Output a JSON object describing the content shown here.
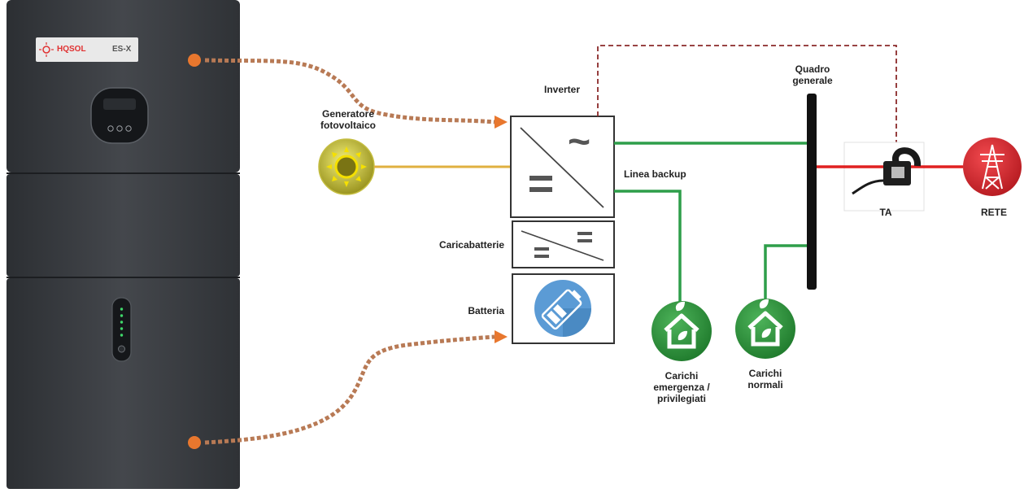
{
  "device": {
    "brand": "HQSOL",
    "model": "ES-X"
  },
  "labels": {
    "pv_generator_line1": "Generatore",
    "pv_generator_line2": "fotovoltaico",
    "inverter": "Inverter",
    "backup_line": "Linea backup",
    "charger": "Caricabatterie",
    "battery": "Batteria",
    "main_panel_line1": "Quadro",
    "main_panel_line2": "generale",
    "ct": "TA",
    "grid": "RETE",
    "emergency_loads_line1": "Carichi",
    "emergency_loads_line2": "emergenza /",
    "emergency_loads_line3": "privilegiati",
    "normal_loads_line1": "Carichi",
    "normal_loads_line2": "normali"
  },
  "symbols": {
    "ac": "~",
    "dc": "="
  },
  "colors": {
    "orange_dots": "#e8772e",
    "dashed_link": "#b07050",
    "pv_line": "#e0b040",
    "ac_line": "#2e9e4a",
    "grid_line": "#e02020",
    "signal_dash": "#8b2a2a",
    "cabinet": "#3a3d42",
    "house_green": "#2f8f3a",
    "grid_red": "#d8232a",
    "battery_blue": "#5b9bd5",
    "sun_yellow": "#f5e000"
  }
}
